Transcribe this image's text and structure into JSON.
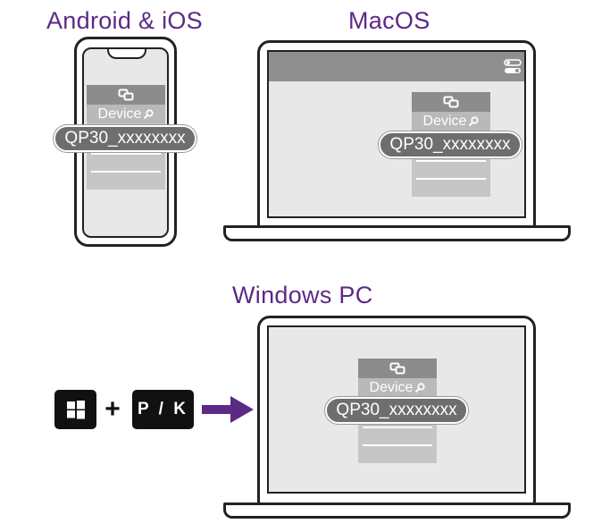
{
  "titles": {
    "mobile": "Android & iOS",
    "mac": "MacOS",
    "windows": "Windows PC"
  },
  "panel": {
    "search_label": "Device",
    "device_name": "QP30_xxxxxxxx",
    "header_icon": "screen-share-icon",
    "search_icon": "magnifier-icon"
  },
  "mac_toggle_icon": "toggle-switch-icon",
  "shortcut": {
    "plus": "+",
    "key_label": "P / K",
    "windows_key_icon": "windows-logo-icon",
    "arrow_icon": "right-arrow-icon"
  },
  "colors": {
    "title": "#5b2a86",
    "arrow": "#5b2a86",
    "panel_bg": "#c6c6c6",
    "panel_header": "#8c8c8c",
    "pill_bg": "#6e6e6e"
  }
}
